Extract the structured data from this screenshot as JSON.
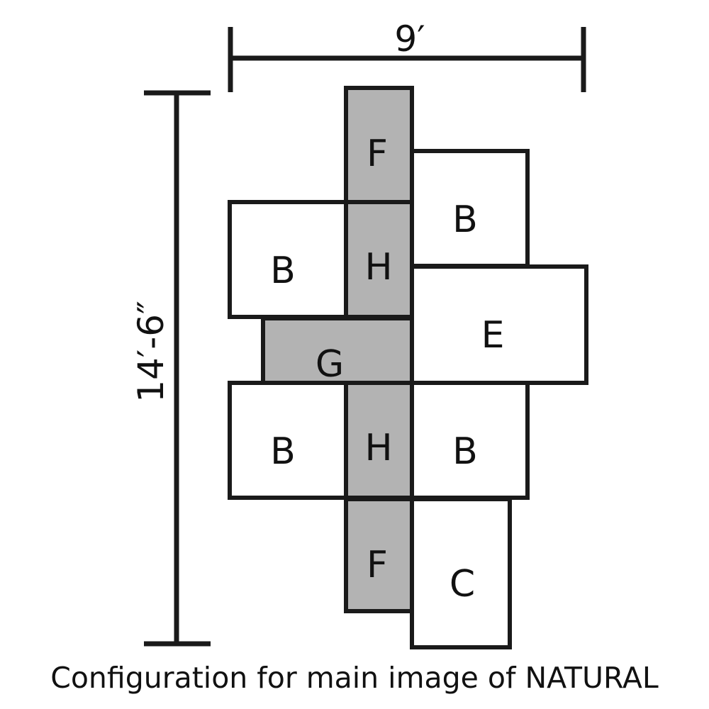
{
  "diagram": {
    "width_dimension": "9′",
    "height_dimension": "14′-6″",
    "caption": "Configuration for main image of NATURAL",
    "colors": {
      "shaded": "#b3b3b3",
      "unshaded": "#ffffff",
      "stroke": "#1a1a1a"
    },
    "pieces": [
      {
        "label": "F",
        "shaded": true
      },
      {
        "label": "B",
        "shaded": false
      },
      {
        "label": "B",
        "shaded": false
      },
      {
        "label": "H",
        "shaded": true
      },
      {
        "label": "E",
        "shaded": false
      },
      {
        "label": "G",
        "shaded": true
      },
      {
        "label": "B",
        "shaded": false
      },
      {
        "label": "H",
        "shaded": true
      },
      {
        "label": "B",
        "shaded": false
      },
      {
        "label": "F",
        "shaded": true
      },
      {
        "label": "C",
        "shaded": false
      }
    ]
  }
}
